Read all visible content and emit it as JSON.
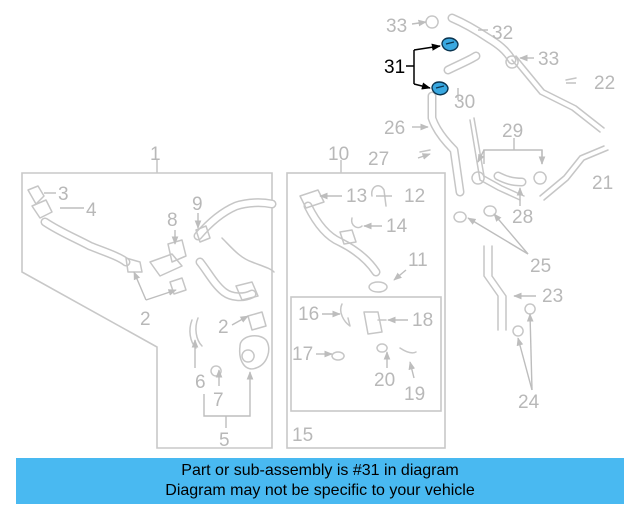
{
  "diagram": {
    "callouts": [
      "1",
      "2",
      "2",
      "3",
      "4",
      "5",
      "6",
      "7",
      "8",
      "9",
      "10",
      "11",
      "12",
      "13",
      "14",
      "15",
      "16",
      "17",
      "18",
      "19",
      "20",
      "21",
      "22",
      "23",
      "24",
      "25",
      "26",
      "27",
      "28",
      "29",
      "30",
      "31",
      "32",
      "33",
      "33"
    ],
    "highlighted_callout": "31",
    "highlight_color": "#3aa8e0"
  },
  "banner": {
    "line1": "Part or sub-assembly is #31 in diagram",
    "line2": "Diagram may not be specific to your vehicle",
    "background_color": "#49b9f1"
  }
}
